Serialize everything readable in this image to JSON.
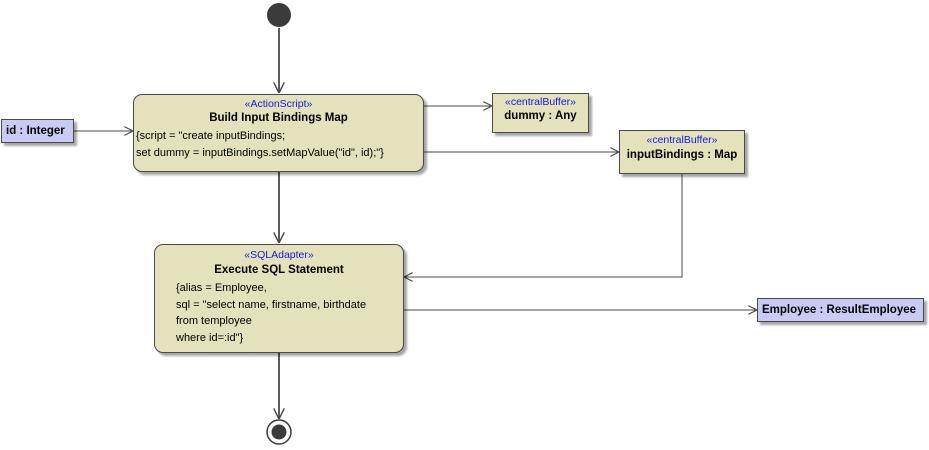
{
  "nodes": {
    "build": {
      "stereotype": "«ActionScript»",
      "title": "Build Input Bindings Map",
      "body": [
        "{script = \"create inputBindings;",
        "set dummy = inputBindings.setMapValue(\"id\", id);\"}"
      ]
    },
    "execute": {
      "stereotype": "«SQLAdapter»",
      "title": "Execute SQL Statement",
      "body": [
        "{alias = Employee,",
        "sql = \"select name, firstname, birthdate",
        "from temployee",
        "where id=:id\"}"
      ]
    },
    "dummy_buffer": {
      "stereotype": "«centralBuffer»",
      "title": "dummy : Any"
    },
    "bindings_buffer": {
      "stereotype": "«centralBuffer»",
      "title": "inputBindings : Map"
    },
    "id_pin": {
      "label": "id : Integer"
    },
    "result_pin": {
      "label": "Employee : ResultEmployee"
    }
  },
  "colors": {
    "action_fill": "#e3e2bc",
    "pin_fill": "#c9cbf5",
    "stereotype_text": "#1717d9",
    "edge": "#4a4a4a"
  }
}
